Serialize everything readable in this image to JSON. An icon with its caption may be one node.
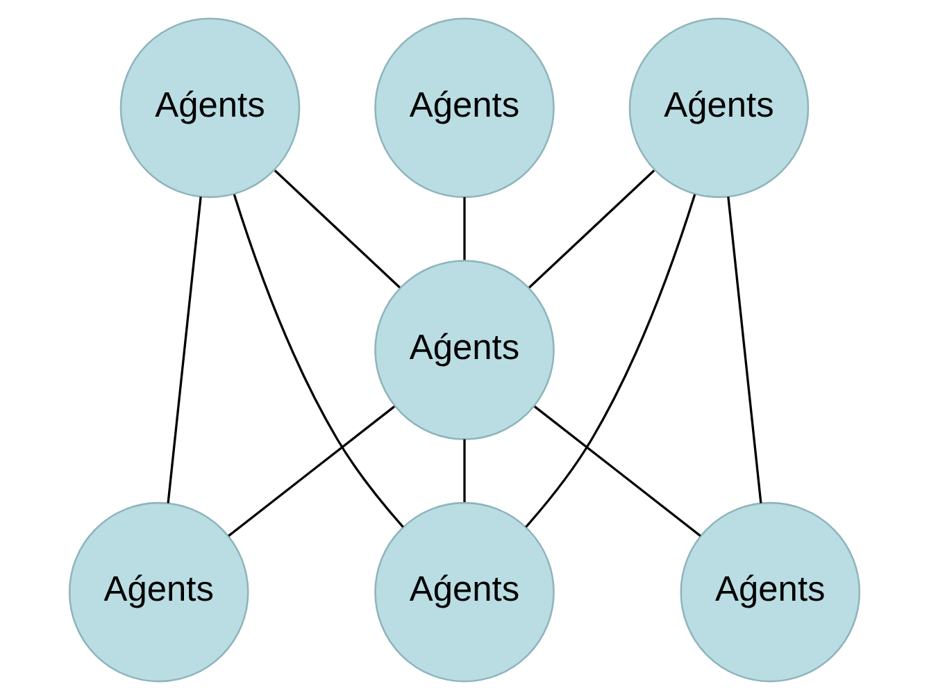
{
  "diagram": {
    "nodes": [
      {
        "text": [
          "Aǵents"
        ]
      },
      {
        "text": [
          "Aǵents"
        ]
      },
      {
        "text": [
          "Aǵents"
        ]
      },
      {
        "text": [
          "Aǵents"
        ]
      },
      {
        "text": [
          "Aǵents"
        ]
      },
      {
        "text": [
          "Aǵents"
        ]
      },
      {
        "text": [
          "Aǵents"
        ]
      }
    ],
    "edges": [
      {
        "from": 0,
        "to": 3,
        "arrow": "none"
      },
      {
        "from": 1,
        "to": 3,
        "arrow": "none"
      },
      {
        "from": 2,
        "to": 3,
        "arrow": "none"
      },
      {
        "from": 0,
        "to": 4,
        "arrow": "none"
      },
      {
        "from": 0,
        "to": 5,
        "arrow": "none"
      },
      {
        "from": 2,
        "to": 5,
        "arrow": "none"
      },
      {
        "from": 2,
        "to": 6,
        "arrow": "none"
      },
      {
        "from": 3,
        "to": 4,
        "arrow": "none"
      },
      {
        "from": 3,
        "to": 5,
        "arrow": "none"
      },
      {
        "from": 3,
        "to": 6,
        "arrow": "none"
      }
    ]
  }
}
